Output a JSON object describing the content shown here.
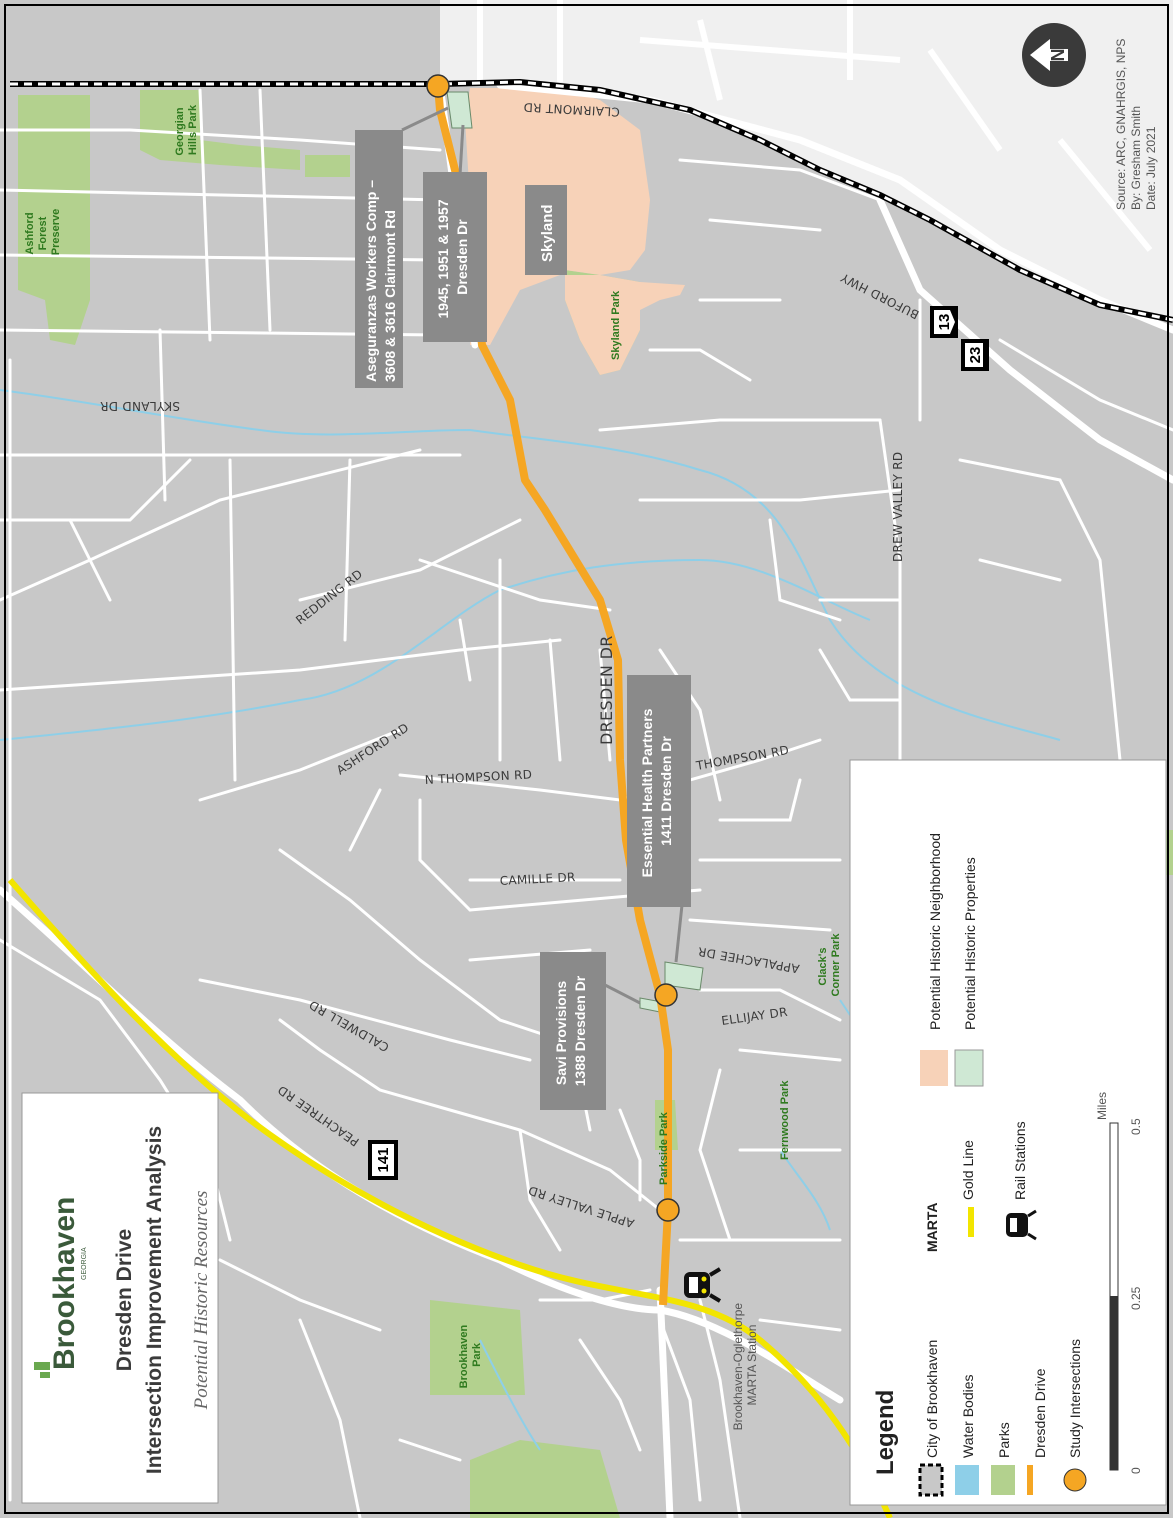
{
  "title": {
    "org": "Brookhaven",
    "org_sub": "GEORGIA",
    "line1": "Dresden Drive",
    "line2": "Intersection Improvement Analysis",
    "line3": "Potential Historic Resources"
  },
  "source": {
    "line1": "Source: ARC, GNAHRGIS, NPS",
    "line2": "By: Gresham Smith",
    "line3": "Date: July 2021"
  },
  "roads": {
    "dresden": "DRESDEN DR",
    "skyland": "SKYLAND DR",
    "redding": "REDDING RD",
    "ashford": "ASHFORD RD",
    "n_thompson": "N THOMPSON RD",
    "thompson": "THOMPSON RD",
    "camille": "CAMILLE DR",
    "caldwell": "CALDWELL RD",
    "peachtree": "PEACHTREE RD",
    "apple_valley": "APPLE VALLEY RD",
    "appalachee": "APPALACHEE DR",
    "ellijay": "ELLIJAY DR",
    "drew_valley": "DREW VALLEY RD",
    "buford": "BUFORD HWY",
    "clairmont": "CLAIRMONT RD"
  },
  "shields": {
    "s13": "13",
    "s23": "23",
    "s141": "141"
  },
  "parks": {
    "ashford_forest": [
      "Ashford",
      "Forest",
      "Preserve"
    ],
    "georgian_hills": [
      "Georgian",
      "Hills Park"
    ],
    "skyland_park": "Skyland Park",
    "parkside": "Parkside Park",
    "fernwood": "Fernwood Park",
    "clacks": [
      "Clack's",
      "Corner Park"
    ],
    "brookhaven_park": [
      "Brookhaven",
      "Park"
    ]
  },
  "neighborhood": "Skyland",
  "callouts": {
    "aseguranzas": [
      "Aseguranzas Workers Comp –",
      "3608 & 3616 Clairmont Rd"
    ],
    "dresden_1945": [
      "1945, 1951 & 1957",
      "Dresden Dr"
    ],
    "essential": [
      "Essential Health Partners",
      "1411 Dresden Dr"
    ],
    "savi": [
      "Savi Provisions",
      "1388 Dresden Dr"
    ]
  },
  "station_label": [
    "Brookhaven-Oglethorpe",
    "MARTA Station"
  ],
  "legend": {
    "title": "Legend",
    "city": "City of Brookhaven",
    "water": "Water Bodies",
    "parks": "Parks",
    "dresden": "Dresden Drive",
    "study": "Study Intersections",
    "marta": "MARTA",
    "gold": "Gold Line",
    "rail": "Rail Stations",
    "nbhd": "Potential Historic Neighborhood",
    "props": "Potential Historic Properties",
    "scale_ticks": [
      "0",
      "0.25",
      "0.5"
    ],
    "scale_unit": "Miles"
  },
  "colors": {
    "base": "#c8c8c8",
    "roads": "#ffffff",
    "park": "#b3d18e",
    "water": "#8ecfe8",
    "dresden": "#f5a623",
    "gold_line": "#f2e500",
    "neighborhood": "#f7d2b8",
    "property": "#cfe8d4",
    "callout": "#8a8a8a"
  }
}
